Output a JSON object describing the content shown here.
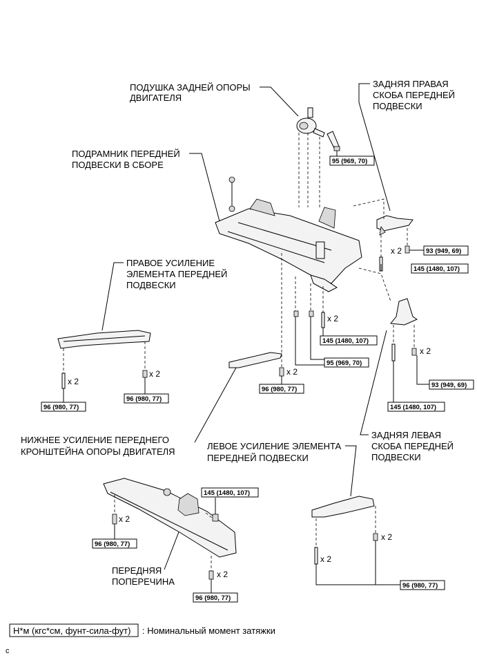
{
  "labels": {
    "rear_mount": [
      "ПОДУШКА ЗАДНЕЙ ОПОРЫ",
      "ДВИГАТЕЛЯ"
    ],
    "rear_right_bracket": [
      "ЗАДНЯЯ ПРАВАЯ",
      "СКОБА ПЕРЕДНЕЙ",
      "ПОДВЕСКИ"
    ],
    "subframe": [
      "ПОДРАМНИК ПЕРЕДНЕЙ",
      "ПОДВЕСКИ В СБОРЕ"
    ],
    "right_reinforcement": [
      "ПРАВОЕ УСИЛЕНИЕ",
      "ЭЛЕМЕНТА ПЕРЕДНЕЙ",
      "ПОДВЕСКИ"
    ],
    "lower_reinforcement": [
      "НИЖНЕЕ УСИЛЕНИЕ ПЕРЕДНЕГО",
      "КРОНШТЕЙНА ОПОРЫ ДВИГАТЕЛЯ"
    ],
    "left_reinforcement": [
      "ЛЕВОЕ УСИЛЕНИЕ ЭЛЕМЕНТА",
      "ПЕРЕДНЕЙ ПОДВЕСКИ"
    ],
    "rear_left_bracket": [
      "ЗАДНЯЯ ЛЕВАЯ",
      "СКОБА ПЕРЕДНЕЙ",
      "ПОДВЕСКИ"
    ],
    "front_crossmember": [
      "ПЕРЕДНЯЯ",
      "ПОПЕРЕЧИНА"
    ]
  },
  "torques": {
    "t95": "95 (969, 70)",
    "t93": "93 (949, 69)",
    "t145": "145 (1480, 107)",
    "t96": "96 (980, 77)"
  },
  "multiplier": "x 2",
  "legend": {
    "unit": "Н*м (кгс*см, фунт-сила-фут)",
    "description": ": Номинальный момент затяжки"
  },
  "corner_mark": "c"
}
